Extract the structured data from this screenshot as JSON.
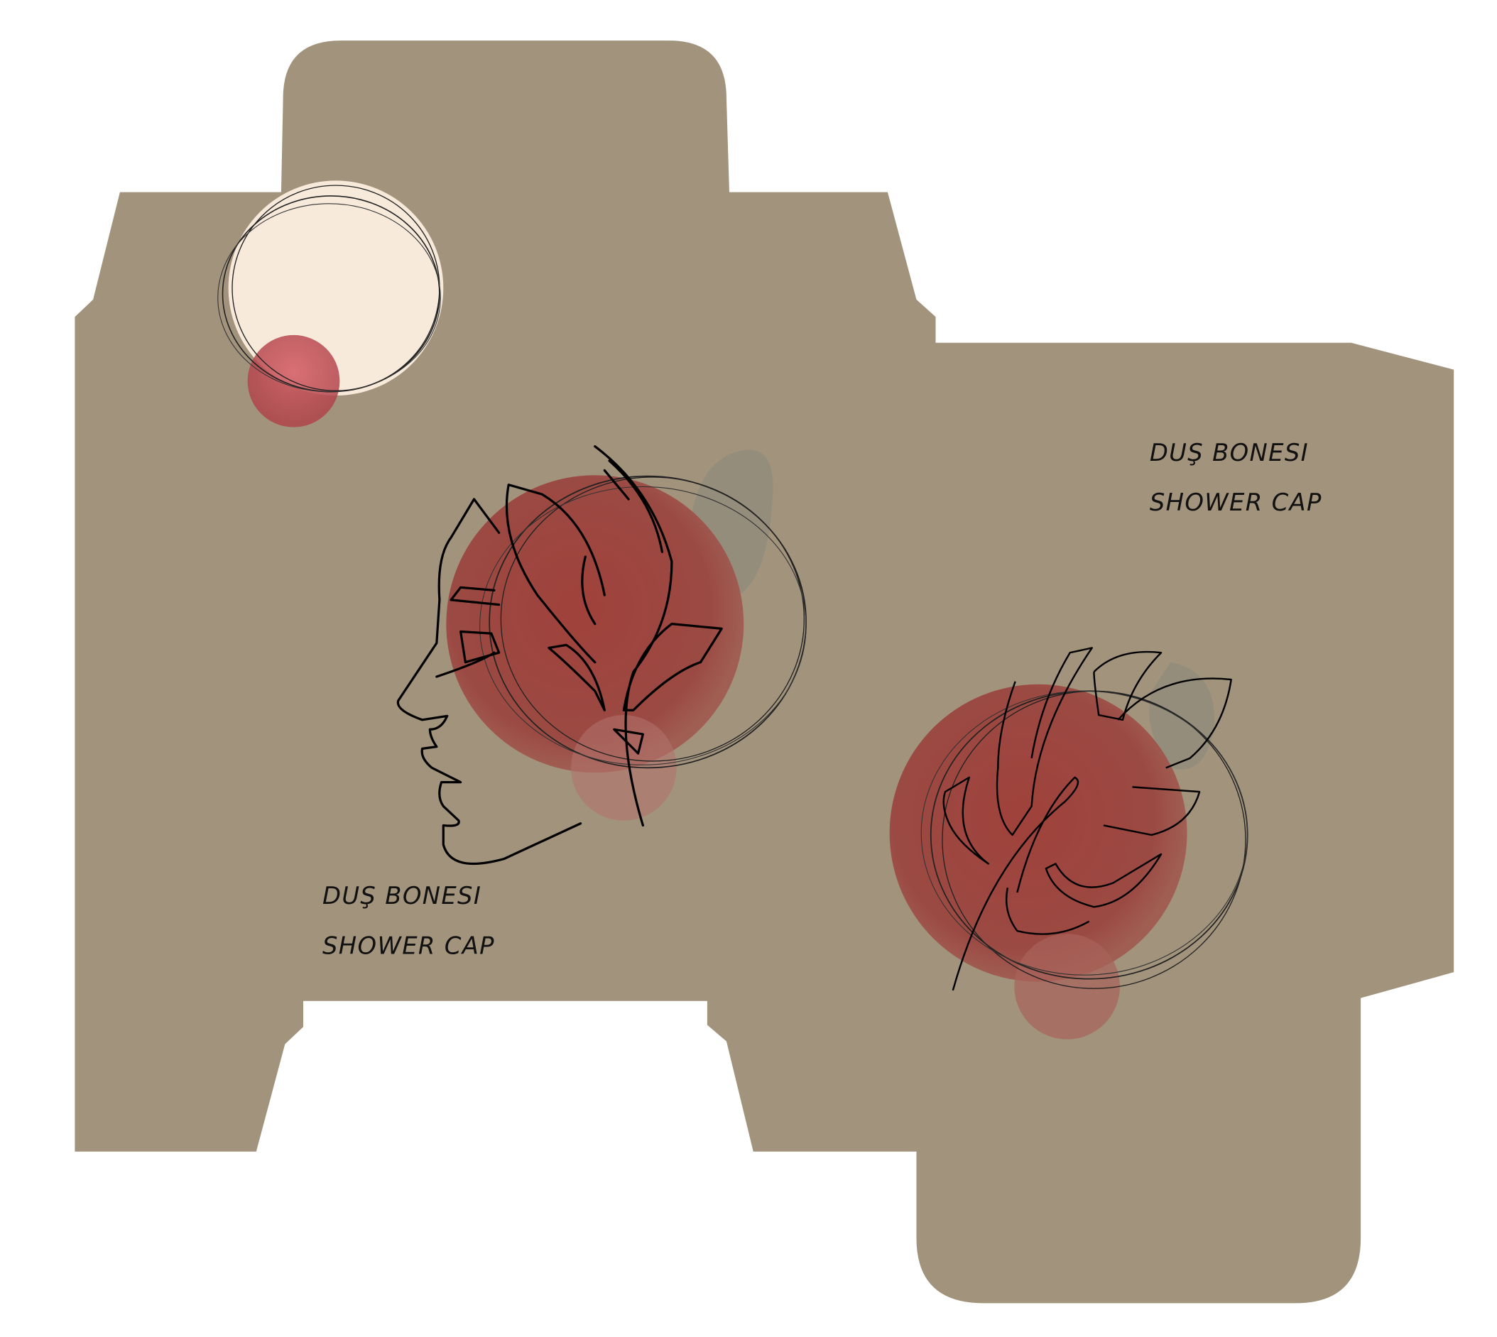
{
  "colors": {
    "board": "#a2937d",
    "red": "#9b3c38",
    "cream": "#f7eadb",
    "ink": "#111111"
  },
  "front_panel": {
    "line1": "DUŞ BONESI",
    "line2": "SHOWER CAP"
  },
  "side_panel": {
    "line1": "DUŞ BONESI",
    "line2": "SHOWER CAP"
  }
}
